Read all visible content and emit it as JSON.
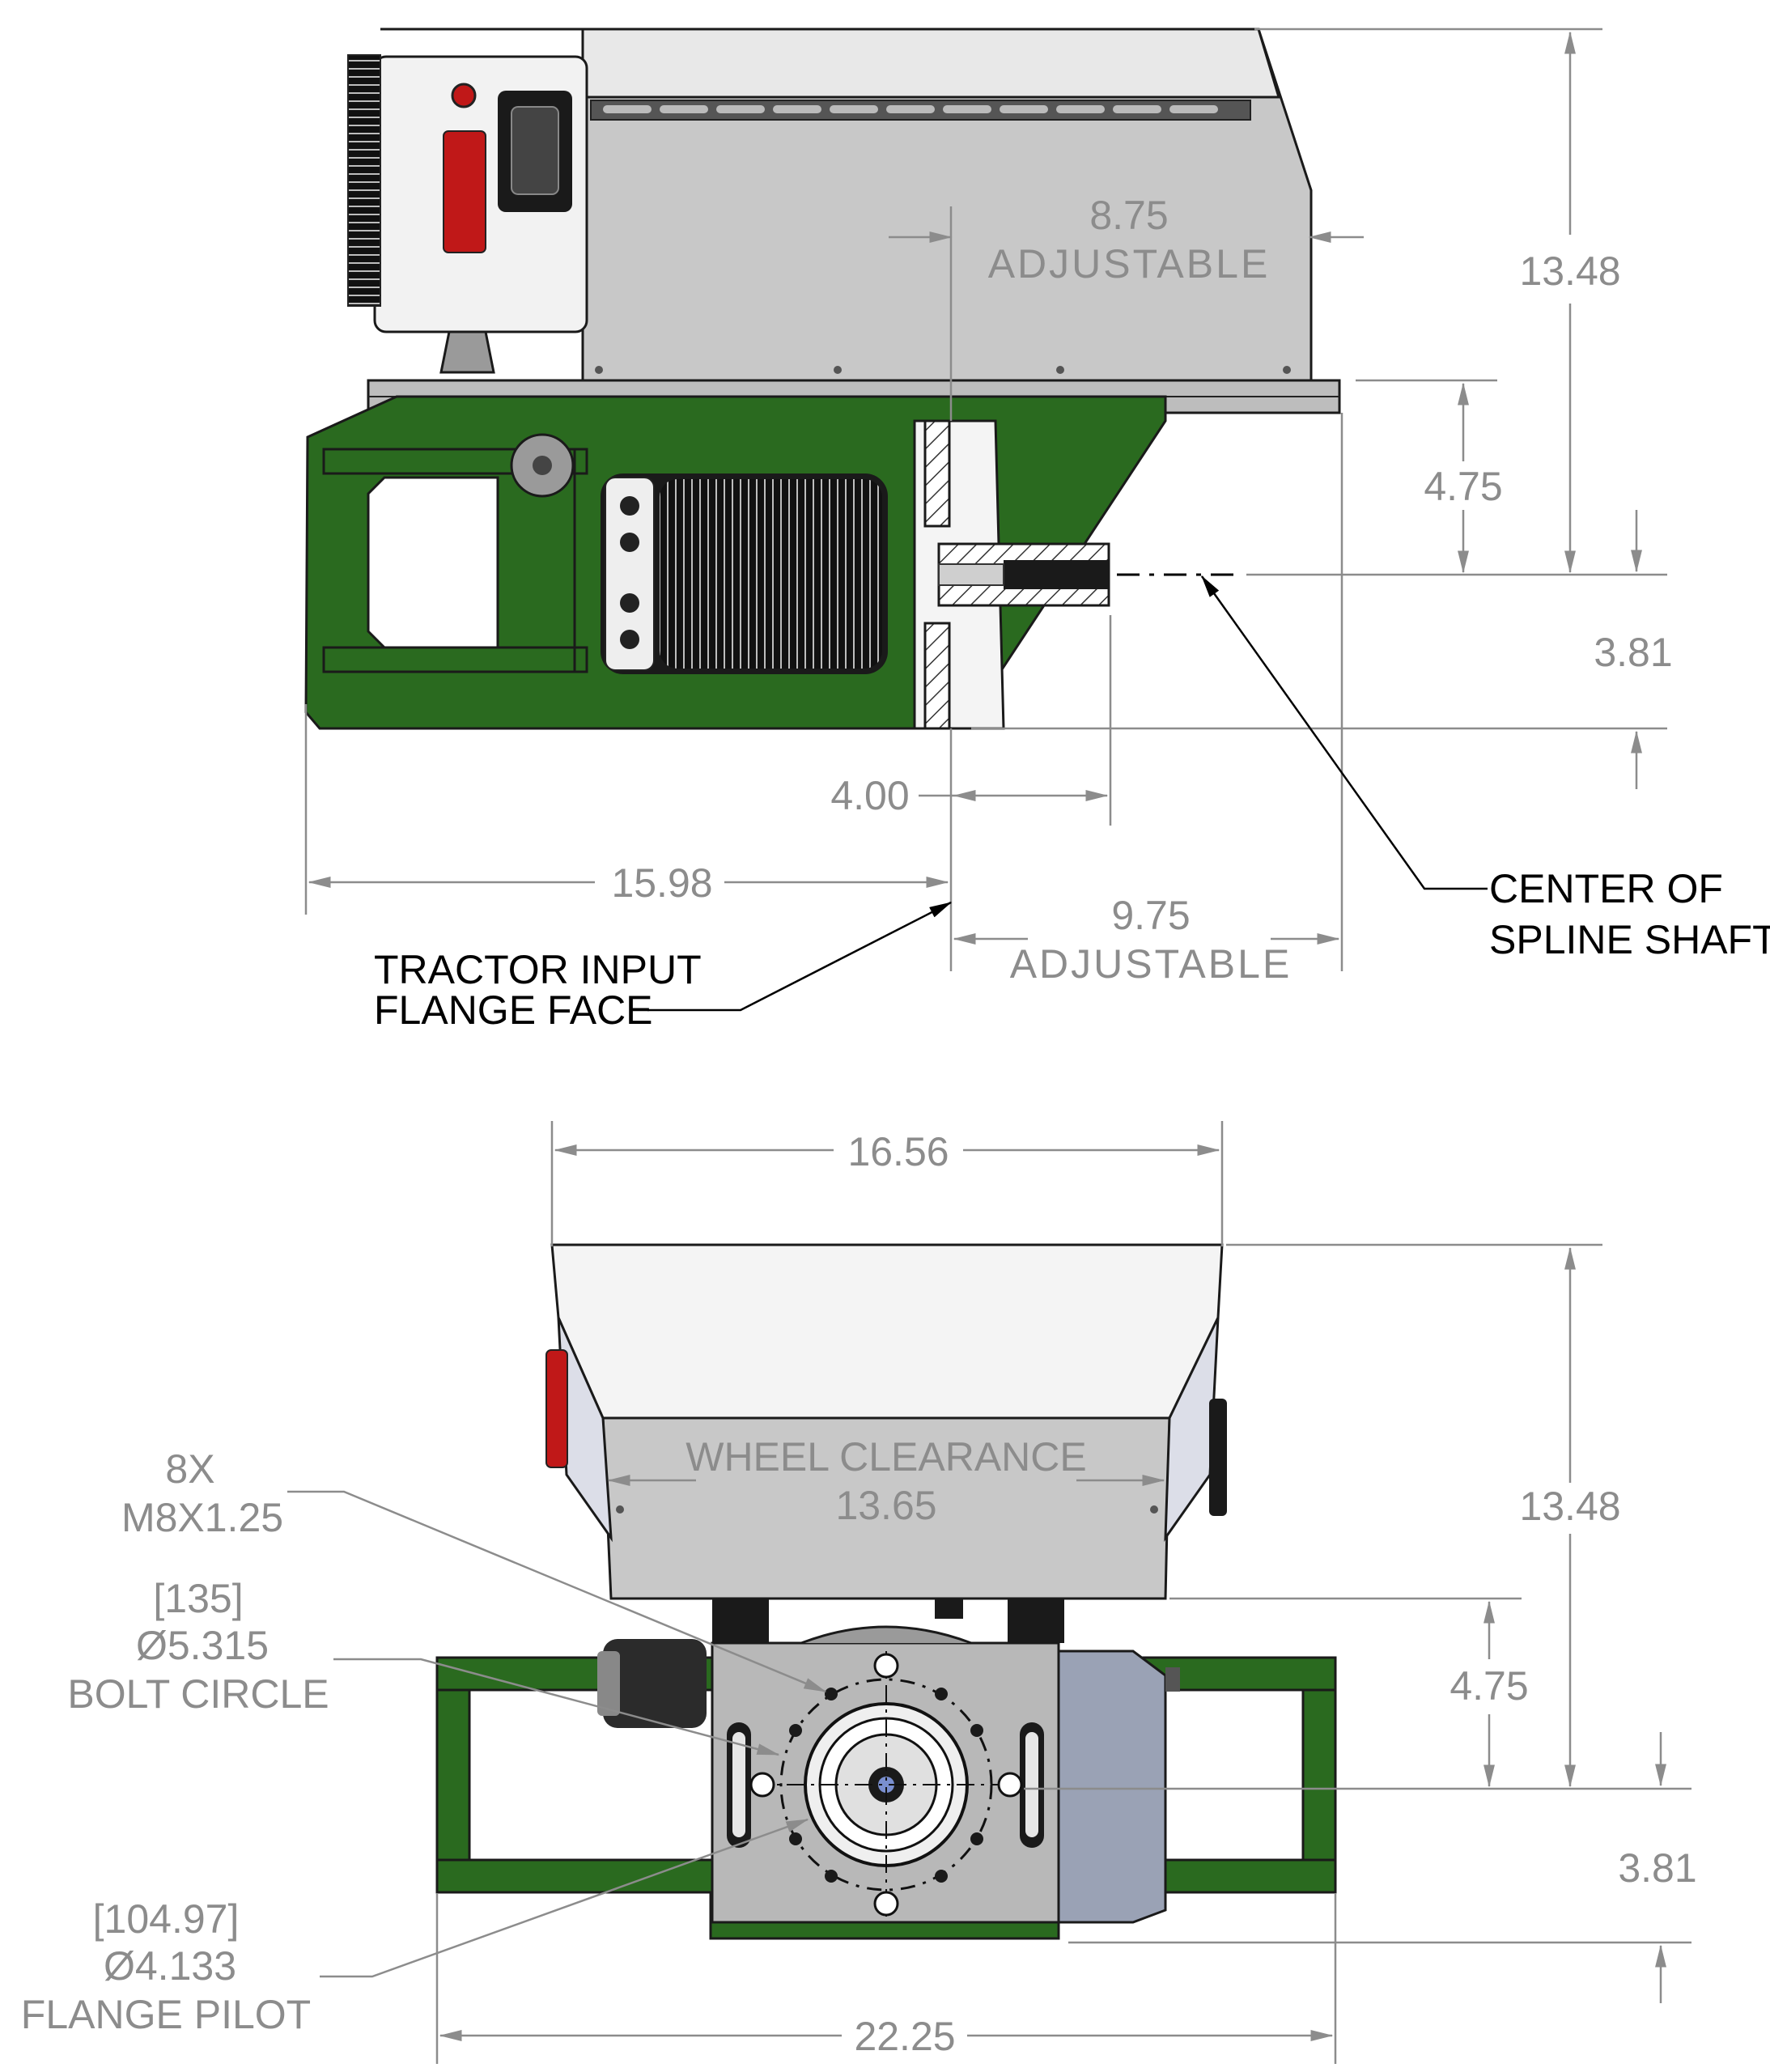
{
  "side_view": {
    "dim_top_adjustable_value": "8.75",
    "dim_top_adjustable_label": "ADJUSTABLE",
    "dim_total_height": "13.48",
    "dim_rail_to_center": "4.75",
    "dim_center_to_bottom": "3.81",
    "dim_shaft_length": "4.00",
    "dim_rear_to_flange": "15.98",
    "dim_flange_adjust_value": "9.75",
    "dim_flange_adjust_label": "ADJUSTABLE",
    "callout_flange_line1": "TRACTOR INPUT",
    "callout_flange_line2": "FLANGE FACE",
    "callout_shaft_line1": "CENTER OF",
    "callout_shaft_line2": "SPLINE SHAFT"
  },
  "front_view": {
    "dim_top_width": "16.56",
    "wheel_clearance_label": "WHEEL CLEARANCE",
    "wheel_clearance_value": "13.65",
    "dim_total_height": "13.48",
    "dim_rail_to_center": "4.75",
    "dim_center_to_bottom": "3.81",
    "dim_total_width": "22.25",
    "callout_bolt_count": "8X",
    "callout_bolt_thread": "M8X1.25",
    "bolt_circle_metric": "[135]",
    "bolt_circle_value": "Ø5.315",
    "bolt_circle_label": "BOLT CIRCLE",
    "pilot_metric": "[104.97]",
    "pilot_value": "Ø4.133",
    "pilot_label": "FLANGE PILOT"
  },
  "colors": {
    "frame_green": "#2a6a1f",
    "housing_gray": "#c8c8c8",
    "housing_white": "#f2f2f2",
    "motor_black": "#1a1a1a",
    "switch_red": "#c01818",
    "dimension_gray": "#8c8c8c",
    "plate_gray": "#b8b8b8",
    "motor_blue_gray": "#9aa2b5"
  }
}
